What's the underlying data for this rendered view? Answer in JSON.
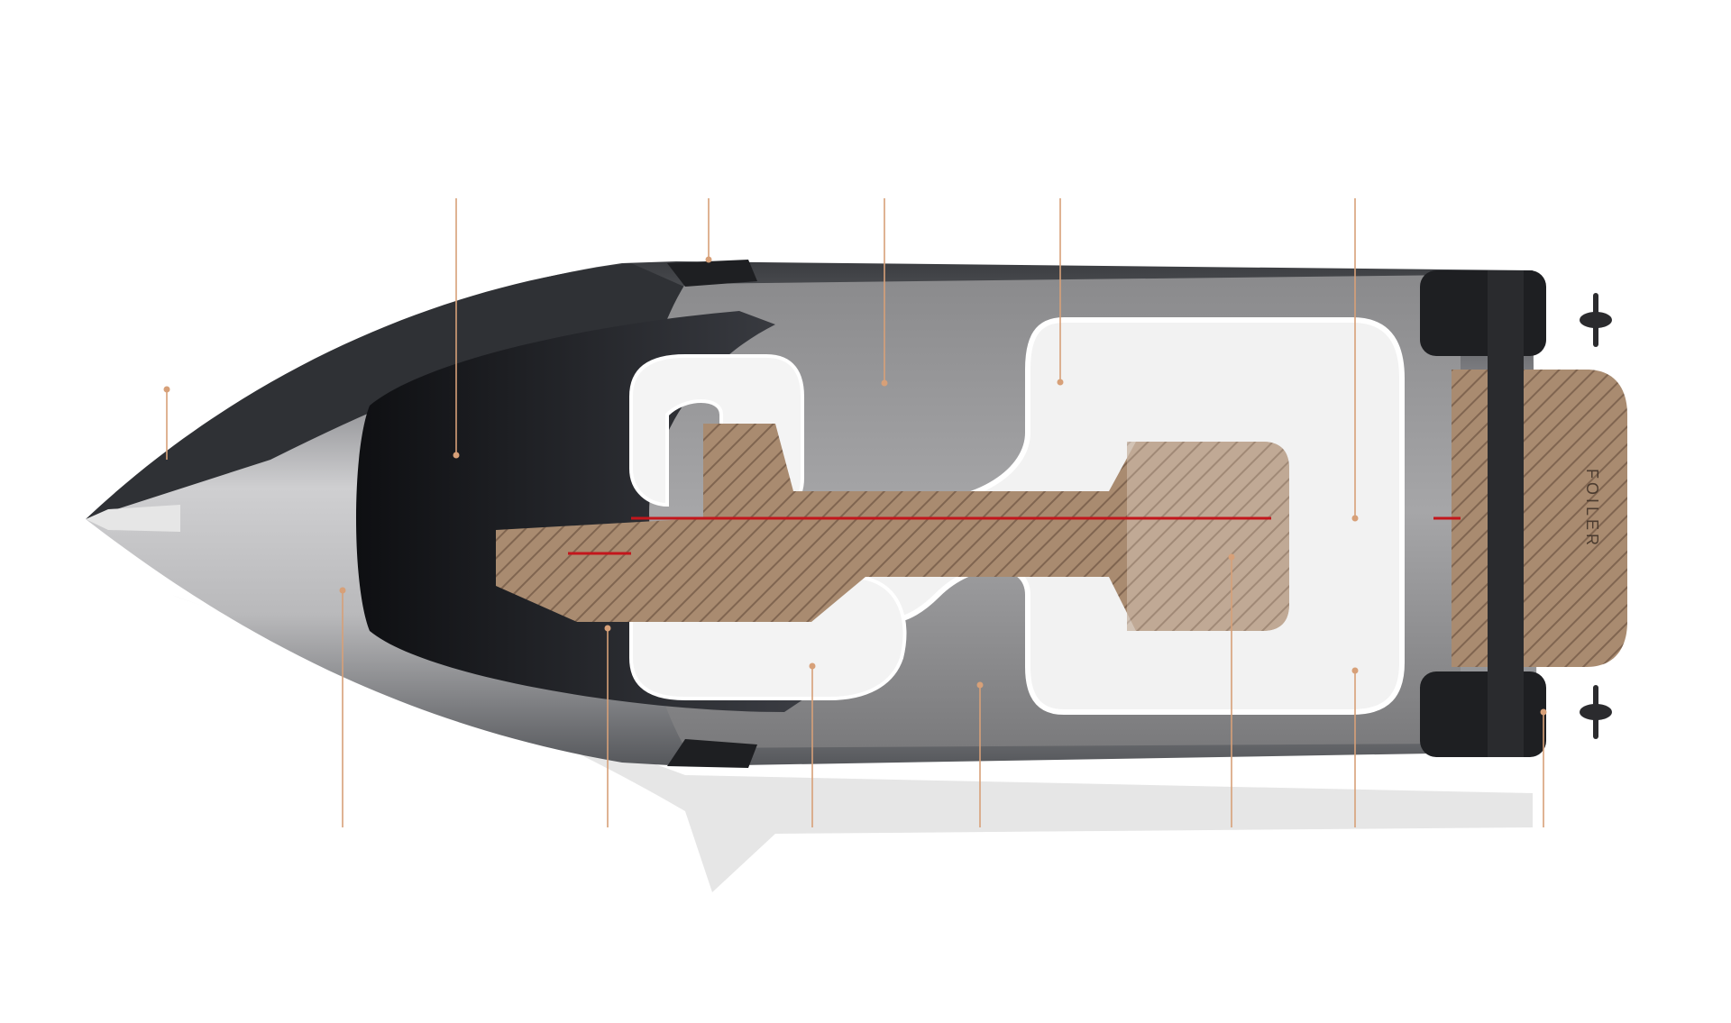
{
  "diagram": {
    "hull_brand_text": "FOILER",
    "colors": {
      "background": "#ffffff",
      "hull_dark": "#2b2d31",
      "hull_grey": "#8c8c8e",
      "hull_light": "#d2d2d2",
      "teak": "#a98b70",
      "teak_dark": "#5e4535",
      "cushion_white": "#f2f2f2",
      "centerline_red": "#c3161c",
      "callout_line": "#d7a078",
      "shadow": "#e6e6e6"
    },
    "callouts": [
      {
        "id": "bow-tip"
      },
      {
        "id": "windshield-dash"
      },
      {
        "id": "port-winglet"
      },
      {
        "id": "bow-sunbed"
      },
      {
        "id": "aft-seat-backrest"
      },
      {
        "id": "sun-deck-cushion"
      },
      {
        "id": "hull-side"
      },
      {
        "id": "helm-seat"
      },
      {
        "id": "cockpit-floor"
      },
      {
        "id": "side-walkway"
      },
      {
        "id": "teak-cockpit-table"
      },
      {
        "id": "aft-sunpad-rim"
      },
      {
        "id": "stern-propulsion"
      }
    ]
  }
}
